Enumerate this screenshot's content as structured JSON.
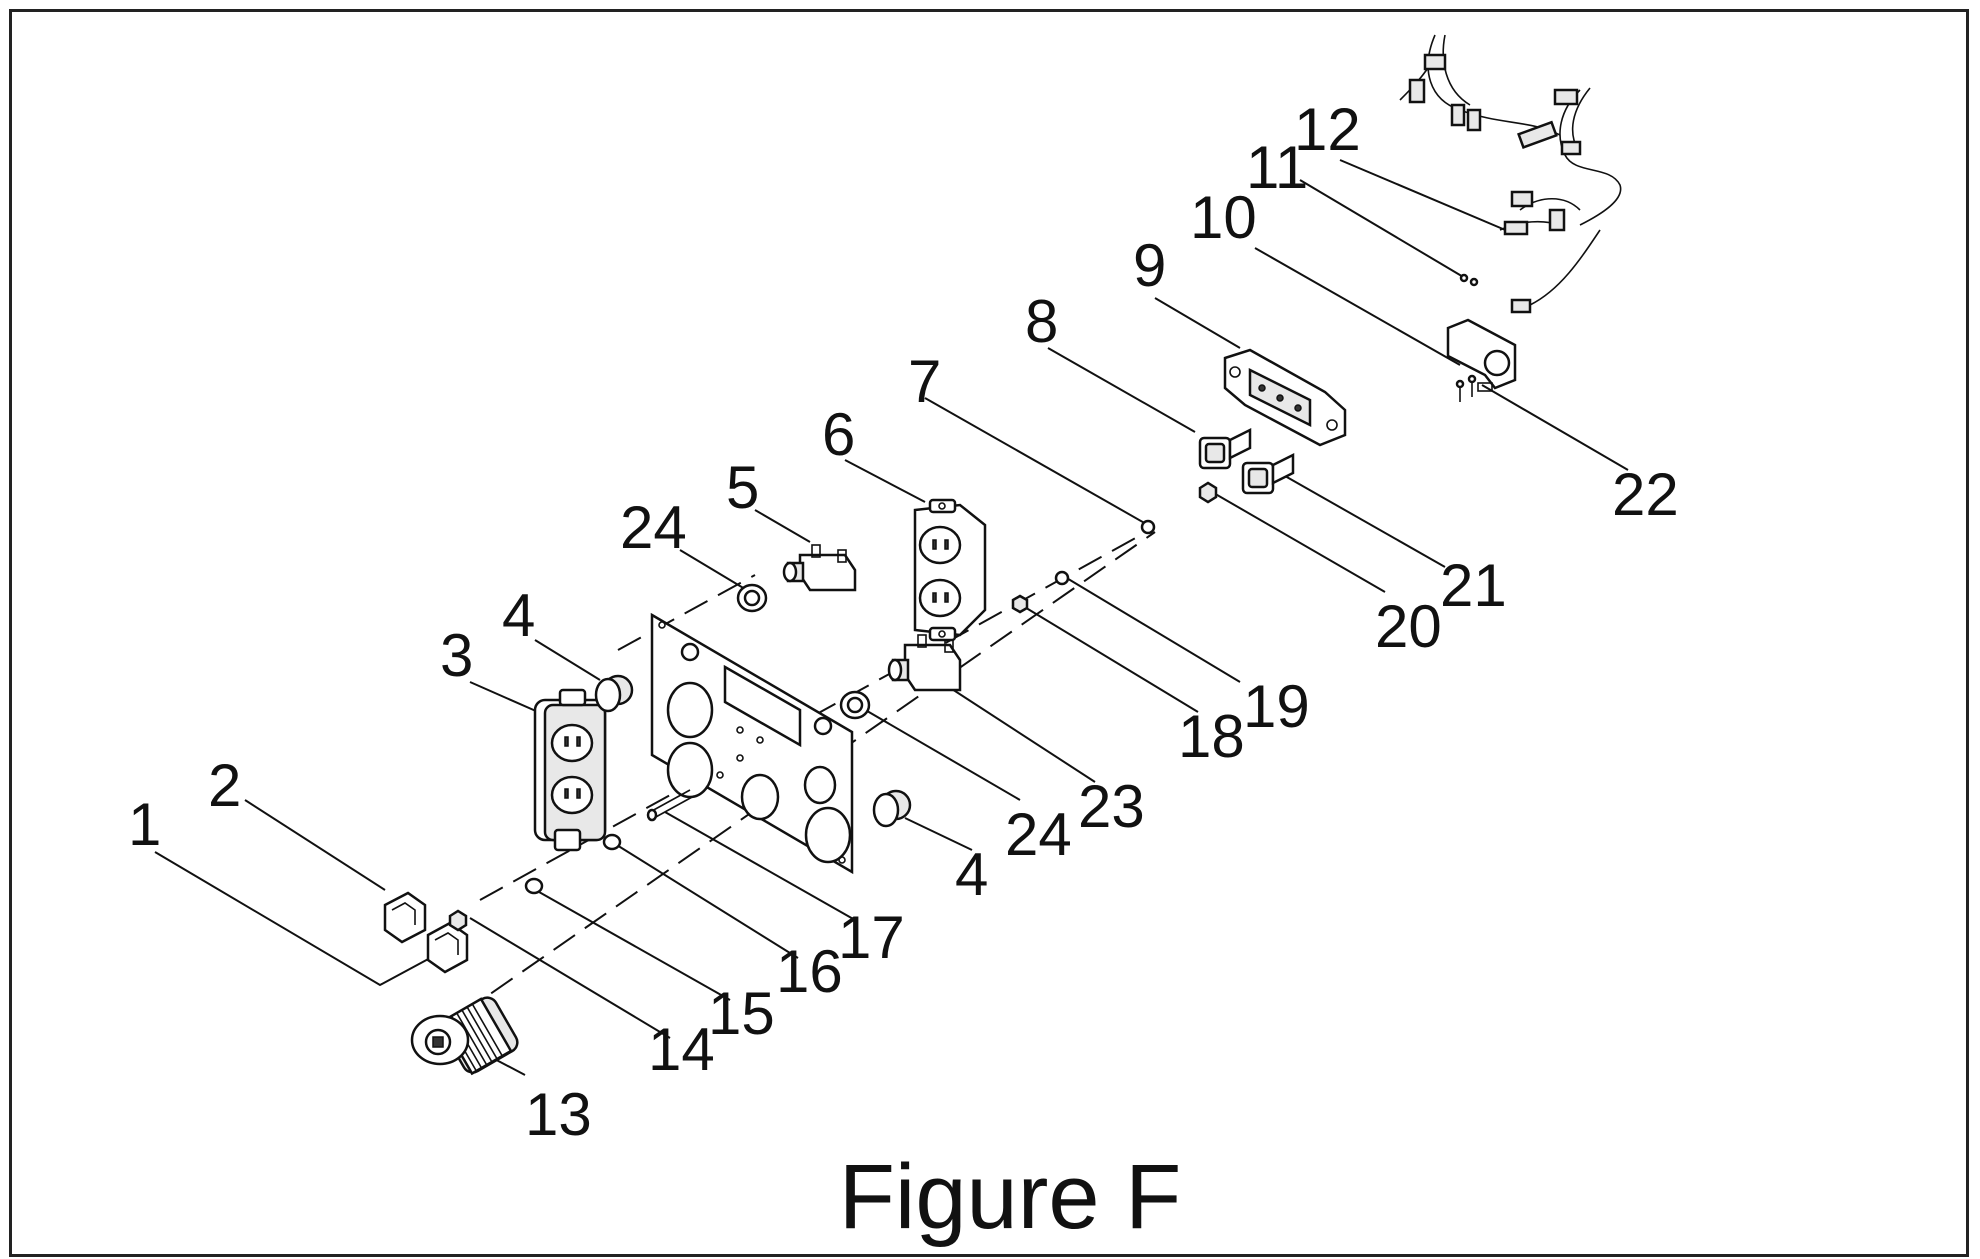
{
  "figure": {
    "caption": "Figure F",
    "colors": {
      "line": "#111111",
      "background": "#ffffff",
      "frame": "#222222"
    },
    "callouts": [
      {
        "id": "c1",
        "label": "1"
      },
      {
        "id": "c2",
        "label": "2"
      },
      {
        "id": "c3",
        "label": "3"
      },
      {
        "id": "c4a",
        "label": "4"
      },
      {
        "id": "c4b",
        "label": "4"
      },
      {
        "id": "c5",
        "label": "5"
      },
      {
        "id": "c6",
        "label": "6"
      },
      {
        "id": "c7",
        "label": "7"
      },
      {
        "id": "c8",
        "label": "8"
      },
      {
        "id": "c9",
        "label": "9"
      },
      {
        "id": "c10",
        "label": "10"
      },
      {
        "id": "c11",
        "label": "11"
      },
      {
        "id": "c12",
        "label": "12"
      },
      {
        "id": "c13",
        "label": "13"
      },
      {
        "id": "c14",
        "label": "14"
      },
      {
        "id": "c15",
        "label": "15"
      },
      {
        "id": "c16",
        "label": "16"
      },
      {
        "id": "c17",
        "label": "17"
      },
      {
        "id": "c18",
        "label": "18"
      },
      {
        "id": "c19",
        "label": "19"
      },
      {
        "id": "c20",
        "label": "20"
      },
      {
        "id": "c21",
        "label": "21"
      },
      {
        "id": "c22",
        "label": "22"
      },
      {
        "id": "c23",
        "label": "23"
      },
      {
        "id": "c24a",
        "label": "24"
      },
      {
        "id": "c24b",
        "label": "24"
      }
    ]
  }
}
